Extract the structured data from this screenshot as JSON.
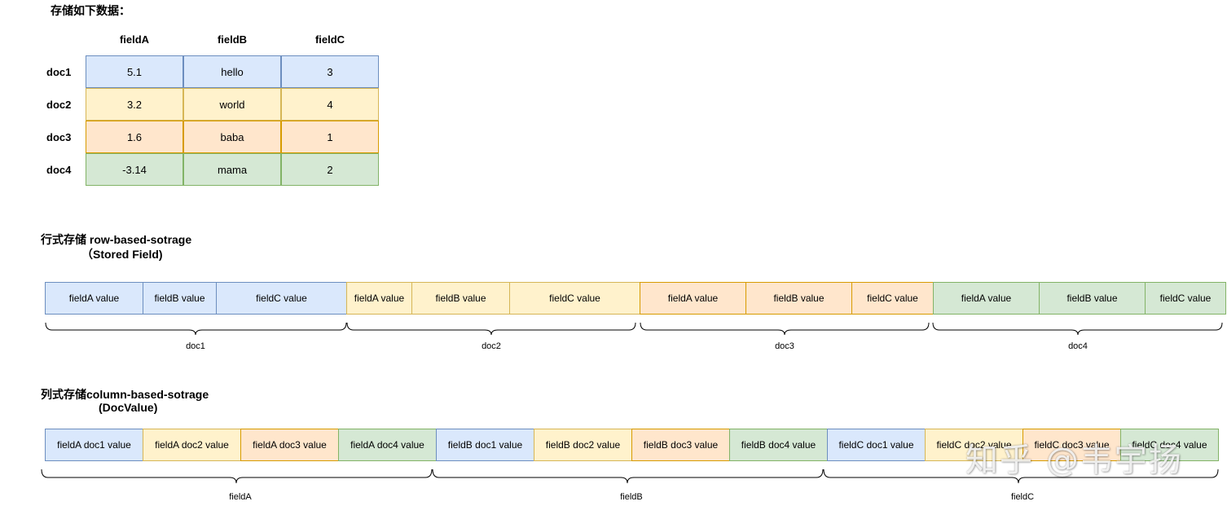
{
  "table": {
    "title": "存储如下数据：",
    "headers": [
      "fieldA",
      "fieldB",
      "fieldC"
    ],
    "rows": [
      {
        "label": "doc1",
        "values": [
          "5.1",
          "hello",
          "3"
        ],
        "color": "#dae8fc"
      },
      {
        "label": "doc2",
        "values": [
          "3.2",
          "world",
          "4"
        ],
        "color": "#fff2cc"
      },
      {
        "label": "doc3",
        "values": [
          "1.6",
          "baba",
          "1"
        ],
        "color": "#ffe6cc"
      },
      {
        "label": "doc4",
        "values": [
          "-3.14",
          "mama",
          "2"
        ],
        "color": "#d5e8d4"
      }
    ]
  },
  "row_storage": {
    "title_line1": "行式存储 row-based-sotrage",
    "title_line2": "（Stored Field)",
    "segments": [
      "fieldA value",
      "fieldB value",
      "fieldC value",
      "fieldA value",
      "fieldB value",
      "fieldC value",
      "fieldA value",
      "fieldB value",
      "fieldC value",
      "fieldA value",
      "fieldB value",
      "fieldC value"
    ],
    "groups": [
      "doc1",
      "doc2",
      "doc3",
      "doc4"
    ]
  },
  "column_storage": {
    "title_line1": "列式存储column-based-sotrage",
    "title_line2": "(DocValue)",
    "segments": [
      "fieldA doc1 value",
      "fieldA doc2 value",
      "fieldA doc3 value",
      "fieldA doc4 value",
      "fieldB doc1 value",
      "fieldB doc2 value",
      "fieldB doc3 value",
      "fieldB doc4 value",
      "fieldC doc1 value",
      "fieldC doc2 value",
      "fieldC doc3 value",
      "fieldC doc4 value"
    ],
    "groups": [
      "fieldA",
      "fieldB",
      "fieldC"
    ]
  },
  "watermark": "知乎 @韦宇扬",
  "colors": {
    "blue": "#dae8fc",
    "yellow": "#fff2cc",
    "orange": "#ffe6cc",
    "green": "#d5e8d4"
  }
}
